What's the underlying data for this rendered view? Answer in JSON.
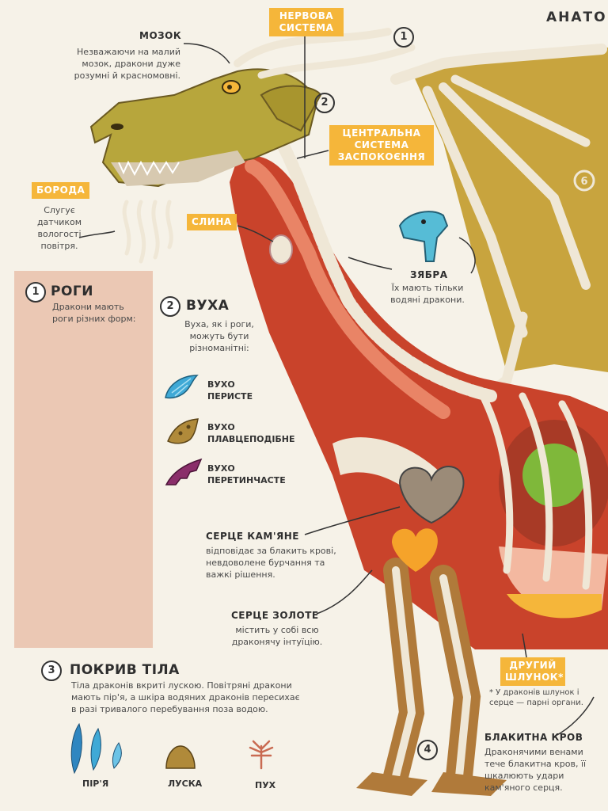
{
  "page_title": "АНАТОМІ",
  "labels": {
    "nervous_system": "НЕРВОВА СИСТЕМА",
    "brain": "МОЗОК",
    "brain_text": "Незважаючи на малий мозок, дракони дуже розумні й красномовні.",
    "central_calm": "ЦЕНТРАЛЬНА СИСТЕМА ЗАСПОКОЄННЯ",
    "beard": "БОРОДА",
    "beard_text": "Слугує датчиком вологості повітря.",
    "saliva": "СЛИНА",
    "gills": "ЗЯБРА",
    "gills_text": "Їх мають тільки водяні дракони.",
    "stone_heart": "СЕРЦЕ КАМ'ЯНЕ",
    "stone_heart_text": "відповідає за блакить крові, невдоволене бурчання та важкі рішення.",
    "gold_heart": "СЕРЦЕ ЗОЛОТЕ",
    "gold_heart_text": "містить у собі всю драконячу інтуїцію.",
    "second_stomach": "ДРУГИЙ ШЛУНОК*",
    "second_stomach_note": "* У драконів шлунок і серце — парні органи.",
    "blue_blood": "БЛАКИТНА КРОВ",
    "blue_blood_text": "Драконячими венами тече блакитна кров, її шкалюють удари кам'яного серця."
  },
  "numbers": [
    "1",
    "2",
    "6",
    "4"
  ],
  "sections": {
    "horns": {
      "num": "1",
      "title": "РОГИ",
      "text": "Дракони мають роги різних форм:"
    },
    "ears": {
      "num": "2",
      "title": "ВУХА",
      "text": "Вуха, як і роги, можуть бути різноманітні:",
      "types": [
        {
          "name": "ВУХО ПЕРИСТЕ",
          "icon": "feathered-ear-icon",
          "color": "#3fa9d6"
        },
        {
          "name": "ВУХО ПЛАВЦЕПОДІБНЕ",
          "icon": "fin-ear-icon",
          "color": "#b08a3a"
        },
        {
          "name": "ВУХО ПЕРЕТИНЧАСТЕ",
          "icon": "membrane-ear-icon",
          "color": "#8a2e6a"
        }
      ]
    },
    "body": {
      "num": "3",
      "title": "ПОКРИВ ТІЛА",
      "text": "Тіла драконів вкриті лускою. Повітряні дракони мають пір'я, а шкіра водяних драконів пересихає в разі тривалого перебування поза водою.",
      "types": [
        {
          "name": "ПІР'Я",
          "icon": "feathers-icon"
        },
        {
          "name": "ЛУСКА",
          "icon": "scale-icon"
        },
        {
          "name": "ПУХ",
          "icon": "down-icon"
        }
      ]
    }
  },
  "colors": {
    "accent_label": "#f5b63a",
    "panel": "#ebc8b4",
    "body_red": "#c9432b",
    "wing": "#c8a43e",
    "head": "#b7a63c"
  }
}
